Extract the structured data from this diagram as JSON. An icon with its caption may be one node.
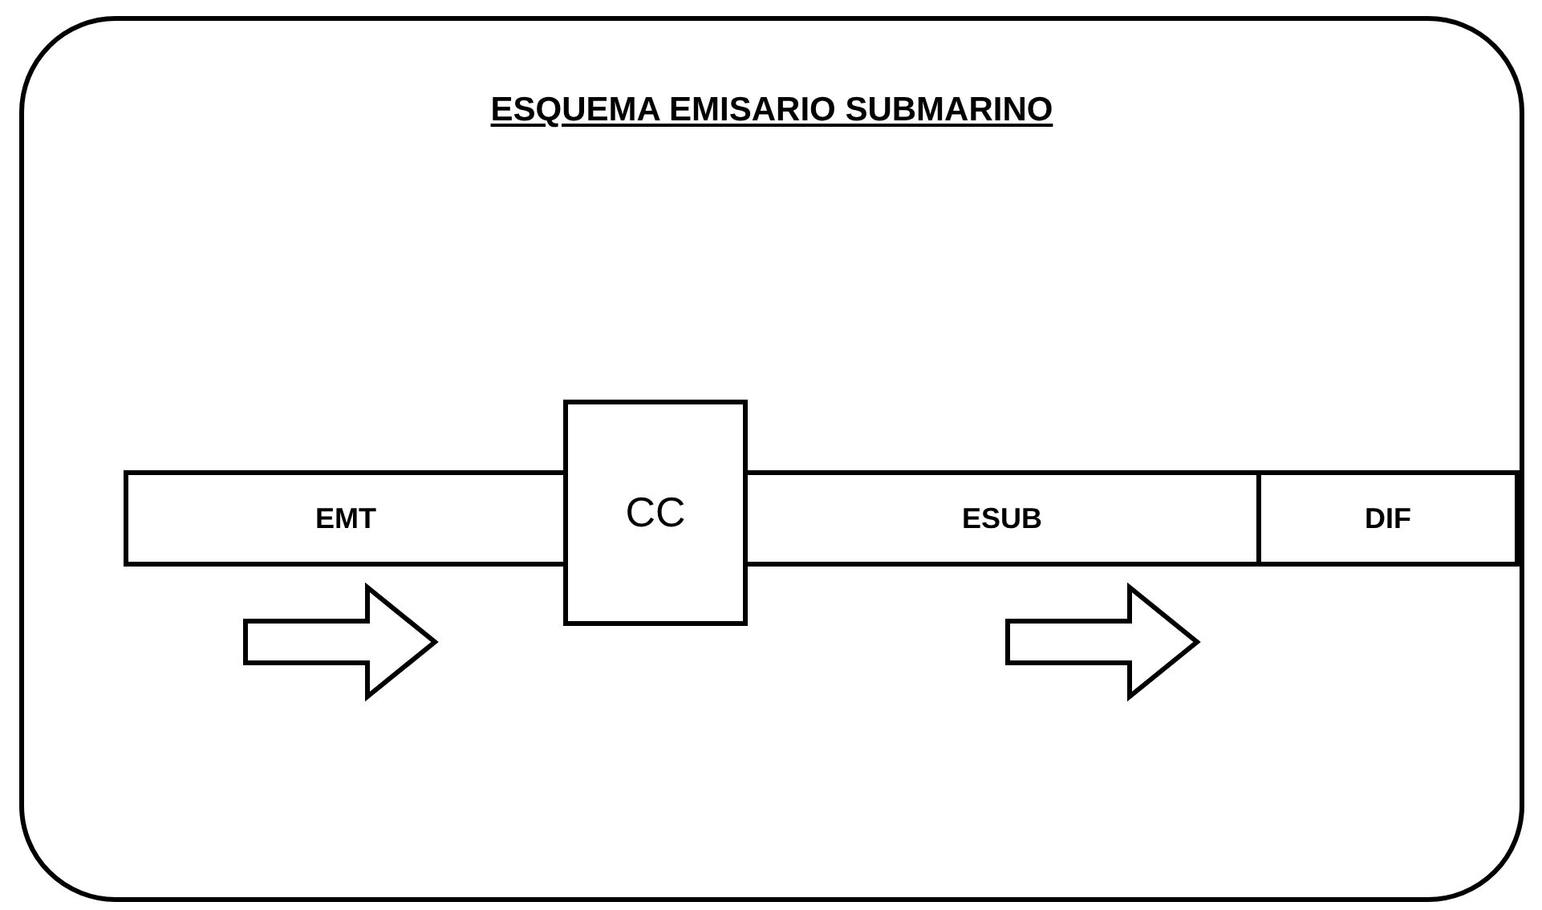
{
  "diagram": {
    "nodes": [
      {
        "text": [
          "ESQUEMA EMISARIO SUBMARINO"
        ]
      },
      {
        "text": [
          "EMT"
        ],
        "in": 0
      },
      {
        "text": [
          "CC"
        ],
        "in": 0
      },
      {
        "text": [
          "ESUB"
        ],
        "in": 0
      },
      {
        "text": [
          "DIF"
        ],
        "in": 0
      }
    ]
  }
}
